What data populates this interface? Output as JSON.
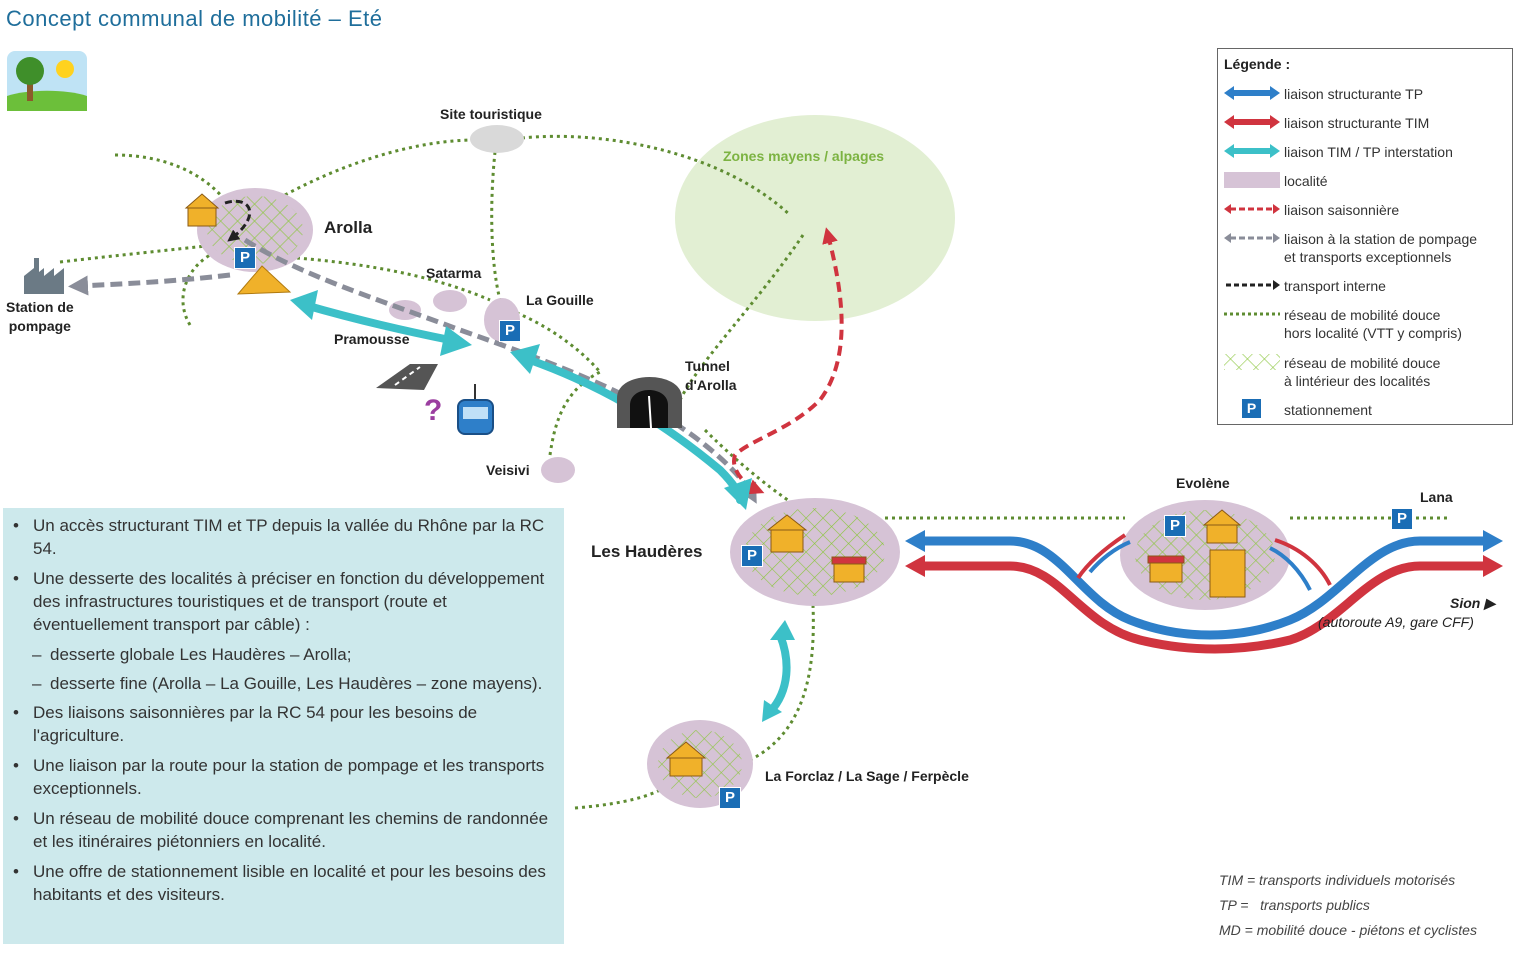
{
  "title": "Concept communal de mobilité – Eté",
  "places": {
    "site_touristique": "Site touristique",
    "zones_mayens": "Zones mayens / alpages",
    "arolla": "Arolla",
    "station_pompage": "Station de\npompage",
    "satarma": "Satarma",
    "la_gouille": "La Gouille",
    "pramousse": "Pramousse",
    "tunnel": "Tunnel\nd'Arolla",
    "veisivi": "Veisivi",
    "les_haudères": "Les Haudères",
    "evolene": "Evolène",
    "lana": "Lana",
    "sion": "Sion ▶",
    "sion_sub": "(autoroute A9, gare CFF)",
    "la_forclaz": "La Forclaz / La Sage / Ferpècle"
  },
  "legend": {
    "title": "Légende :",
    "items": [
      {
        "icon": "blue-double-arrow",
        "label": "liaison structurante TP"
      },
      {
        "icon": "red-double-arrow",
        "label": "liaison structurante TIM"
      },
      {
        "icon": "cyan-double-arrow",
        "label": "liaison TIM / TP interstation"
      },
      {
        "icon": "localite-swatch",
        "label": "localité"
      },
      {
        "icon": "red-dashed-arrow",
        "label": "liaison saisonnière"
      },
      {
        "icon": "grey-dashed-arrow",
        "label": "liaison à la station de pompage\net transports exceptionnels"
      },
      {
        "icon": "black-dashed-arrow",
        "label": "transport interne"
      },
      {
        "icon": "green-dotted-line",
        "label": "réseau de mobilité douce\nhors localité (VTT y compris)"
      },
      {
        "icon": "green-crosshatch",
        "label": "réseau de mobilité douce\nà lintérieur des localités"
      },
      {
        "icon": "parking-icon",
        "label": "stationnement"
      }
    ]
  },
  "parking_letter": "P",
  "question_mark": "?",
  "bullets": [
    {
      "kind": "bullet",
      "text": "Un accès structurant TIM et TP depuis la vallée du Rhône par la RC 54."
    },
    {
      "kind": "bullet",
      "text": "Une desserte des localités à préciser en fonction du développement des infrastructures touristiques et de transport (route et éventuellement transport par câble) :"
    },
    {
      "kind": "dash",
      "text": "desserte globale Les Haudères – Arolla;"
    },
    {
      "kind": "dash",
      "text": "desserte fine (Arolla – La Gouille, Les Haudères – zone mayens)."
    },
    {
      "kind": "bullet",
      "text": "Des liaisons saisonnières par la RC 54 pour les besoins de l'agriculture."
    },
    {
      "kind": "bullet",
      "text": "Une liaison par la route pour la station de pompage et les transports exceptionnels."
    },
    {
      "kind": "bullet",
      "text": "Un réseau de mobilité douce comprenant les chemins de randonnée et les itinéraires piétonniers en localité."
    },
    {
      "kind": "bullet",
      "text": "Une offre de stationnement lisible en localité et pour les besoins des habitants et des visiteurs."
    }
  ],
  "notes": [
    "TIM = transports individuels motorisés",
    "TP =   transports publics",
    "MD = mobilité douce - piétons et cyclistes"
  ],
  "colors": {
    "tp_blue": "#2e7fc9",
    "tim_red": "#d0343f",
    "interstation_cyan": "#3cc0c8",
    "localite": "#d6c3d6",
    "dotted_green": "#5e8c31",
    "grey_dashed": "#8a8d99",
    "parking_blue": "#1a6db5",
    "zone_green": "#e2efd3",
    "textbox_bg": "#cde9ec"
  }
}
